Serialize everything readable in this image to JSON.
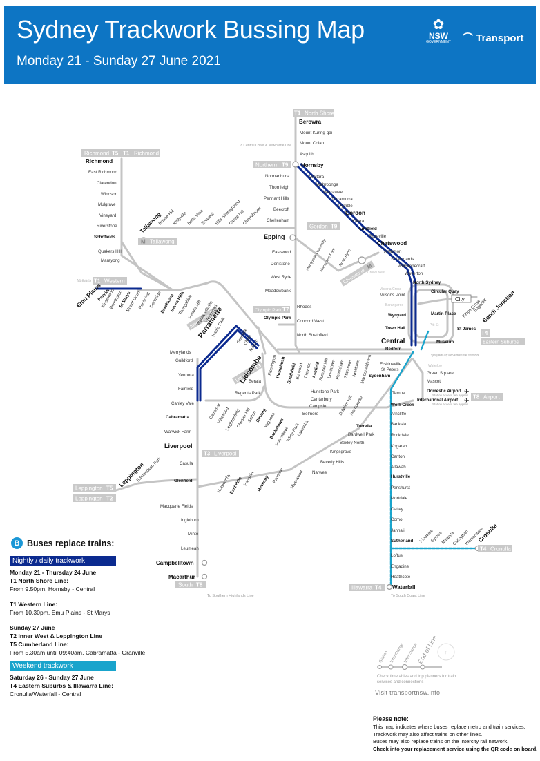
{
  "header": {
    "title": "Sydney Trackwork Bussing Map",
    "subtitle": "Monday 21 - Sunday 27 June 2021",
    "nsw_logo": "NSW",
    "nsw_logo_sub": "GOVERNMENT",
    "transport_logo": "Transport"
  },
  "colors": {
    "header_blue": "#0d75c4",
    "nightly_navy": "#0b2a8f",
    "weekend_cyan": "#19a4cc",
    "line_grey": "#c4c4c4",
    "chip_grey": "#c9c9c9"
  },
  "line_chips": {
    "north_shore": {
      "code": "T1",
      "name": "North Shore"
    },
    "richmond_left": {
      "code": "T5",
      "name": "Richmond"
    },
    "richmond_right": {
      "code": "T1",
      "name": "Richmond"
    },
    "northern": {
      "code": "T9",
      "name": "Northern"
    },
    "gordon": {
      "code": "T9",
      "name": "Gordon"
    },
    "western": {
      "code": "T1",
      "name": "Western"
    },
    "tallawong": {
      "code": "M",
      "name": "Tallawong"
    },
    "chatswood_metro": {
      "code": "M",
      "name": "Chatswood"
    },
    "olympic_park": {
      "code": "T7",
      "name": "Olympic Park"
    },
    "inner_west": {
      "code": "T2",
      "name": "Inner West"
    },
    "lidcombe": {
      "code": "T3",
      "name": "Lidcombe"
    },
    "liverpool": {
      "code": "T3",
      "name": "Liverpool"
    },
    "leppington_t5": {
      "code": "T5",
      "name": "Leppington"
    },
    "leppington_t2": {
      "code": "T2",
      "name": "Leppington"
    },
    "airport": {
      "code": "T8",
      "name": "Airport"
    },
    "eastern_suburbs": {
      "code": "T4",
      "name": "Eastern Suburbs"
    },
    "south": {
      "code": "T8",
      "name": "South"
    },
    "illawarra": {
      "code": "T4",
      "name": "Illawarra"
    },
    "cronulla": {
      "code": "T4",
      "name": "Cronulla"
    }
  },
  "notes_small": {
    "central_coast": "To Central Coast & Newcastle Line",
    "blue_mountains": "To Blue Mountains Line",
    "southern_highlands": "To Southern Highlands Line",
    "south_coast": "To South Coast Line",
    "metro_city": "Sydney Metro City and Southwest under construction",
    "domestic_sub": "Station access fee applies",
    "international_sub": "Station access fee applies",
    "city": "City"
  },
  "stations": {
    "berowra": "Berowra",
    "mount_kuring_gai": "Mount Kuring-gai",
    "mount_colah": "Mount Colah",
    "asquith": "Asquith",
    "hornsby": "Hornsby",
    "waitara": "Waitara",
    "wahroonga": "Wahroonga",
    "warrawee": "Warrawee",
    "turramurra": "Turramurra",
    "pymble": "Pymble",
    "gordon": "Gordon",
    "killara": "Killara",
    "lindfield": "Lindfield",
    "roseville": "Roseville",
    "chatswood": "Chatswood",
    "artarmon": "Artarmon",
    "st_leonards": "St Leonards",
    "wollstonecraft": "Wollstonecraft",
    "waverton": "Waverton",
    "north_sydney": "North Sydney",
    "milsons_point": "Milsons Point",
    "victoria_cross": "Victoria Cross",
    "barangaroo": "Barangaroo",
    "circular_quay": "Circular Quay",
    "wynyard": "Wynyard",
    "martin_place": "Martin Place",
    "pitt_st": "Pitt St",
    "town_hall": "Town Hall",
    "museum": "Museum",
    "st_james": "St James",
    "kings_cross": "Kings Cross",
    "edgecliff": "Edgecliff",
    "bondi_junction": "Bondi Junction",
    "central": "Central",
    "redfern": "Redfern",
    "waterloo": "Waterloo",
    "green_square": "Green Square",
    "mascot": "Mascot",
    "domestic_airport": "Domestic Airport",
    "international_airport": "International Airport",
    "crows_nest": "Crows Nest",
    "normanhurst": "Normanhurst",
    "thornleigh": "Thornleigh",
    "pennant_hills": "Pennant Hills",
    "beecroft": "Beecroft",
    "cheltenham": "Cheltenham",
    "epping": "Epping",
    "eastwood": "Eastwood",
    "denistone": "Denistone",
    "west_ryde": "West Ryde",
    "meadowbank": "Meadowbank",
    "rhodes": "Rhodes",
    "concord_west": "Concord West",
    "north_strathfield": "North Strathfield",
    "macquarie_university": "Macquarie University",
    "macquarie_park": "Macquarie Park",
    "north_ryde": "North Ryde",
    "olympic_park": "Olympic Park",
    "richmond": "Richmond",
    "east_richmond": "East Richmond",
    "clarendon": "Clarendon",
    "windsor": "Windsor",
    "mulgrave": "Mulgrave",
    "vineyard": "Vineyard",
    "riverstone": "Riverstone",
    "schofields": "Schofields",
    "quakers_hill": "Quakers Hill",
    "marayong": "Marayong",
    "tallawong": "Tallawong",
    "rouse_hill": "Rouse Hill",
    "kellyville": "Kellyville",
    "bella_vista": "Bella Vista",
    "norwest": "Norwest",
    "hills_showground": "Hills Showground",
    "castle_hill": "Castle Hill",
    "cherrybrook": "Cherrybrook",
    "emu_plains": "Emu Plains",
    "penrith": "Penrith",
    "kingswood": "Kingswood",
    "werrington": "Werrington",
    "st_marys": "St Marys",
    "mount_druitt": "Mount Druitt",
    "rooty_hill": "Rooty Hill",
    "doonside": "Doonside",
    "blacktown": "Blacktown",
    "seven_hills": "Seven Hills",
    "toongabbie": "Toongabbie",
    "pendle_hill": "Pendle Hill",
    "wentworthville": "Wentworthville",
    "westmead": "Westmead",
    "parramatta": "Parramatta",
    "harris_park": "Harris Park",
    "granville": "Granville",
    "clyde": "Clyde",
    "auburn": "Auburn",
    "lidcombe": "Lidcombe",
    "flemington": "Flemington",
    "homebush": "Homebush",
    "strathfield": "Strathfield",
    "burwood": "Burwood",
    "croydon": "Croydon",
    "ashfield": "Ashfield",
    "summer_hill": "Summer Hill",
    "lewisham": "Lewisham",
    "petersham": "Petersham",
    "stanmore": "Stanmore",
    "newtown": "Newtown",
    "macdonaldtown": "Macdonaldtown",
    "erskineville": "Erskineville",
    "st_peters": "St Peters",
    "sydenham": "Sydenham",
    "tempe": "Tempe",
    "wolli_creek": "Wolli Creek",
    "arncliffe": "Arncliffe",
    "banksia": "Banksia",
    "rockdale": "Rockdale",
    "kogarah": "Kogarah",
    "carlton": "Carlton",
    "allawah": "Allawah",
    "hurstville": "Hurstville",
    "penshurst": "Penshurst",
    "mortdale": "Mortdale",
    "oatley": "Oatley",
    "como": "Como",
    "jannali": "Jannali",
    "sutherland": "Sutherland",
    "kirrawee": "Kirrawee",
    "gymea": "Gymea",
    "miranda": "Miranda",
    "caringbah": "Caringbah",
    "woolooware": "Woolooware",
    "cronulla": "Cronulla",
    "loftus": "Loftus",
    "engadine": "Engadine",
    "heathcote": "Heathcote",
    "waterfall": "Waterfall",
    "merrylands": "Merrylands",
    "guildford": "Guildford",
    "yennora": "Yennora",
    "fairfield": "Fairfield",
    "canley_vale": "Canley Vale",
    "cabramatta": "Cabramatta",
    "warwick_farm": "Warwick Farm",
    "liverpool": "Liverpool",
    "casula": "Casula",
    "glenfield": "Glenfield",
    "macquarie_fields": "Macquarie Fields",
    "ingleburn": "Ingleburn",
    "minto": "Minto",
    "leumeah": "Leumeah",
    "campbelltown": "Campbelltown",
    "macarthur": "Macarthur",
    "leppington": "Leppington",
    "edmondson_park": "Edmondson Park",
    "carramar": "Carramar",
    "villawood": "Villawood",
    "leightonfield": "Leightonfield",
    "chester_hill": "Chester Hill",
    "sefton": "Sefton",
    "berala": "Berala",
    "regents_park": "Regents Park",
    "birrong": "Birrong",
    "yagoona": "Yagoona",
    "bankstown": "Bankstown",
    "punchbowl": "Punchbowl",
    "wiley_park": "Wiley Park",
    "lakemba": "Lakemba",
    "belmore": "Belmore",
    "campsie": "Campsie",
    "canterbury": "Canterbury",
    "hurlstone_park": "Hurlstone Park",
    "dulwich_hill": "Dulwich Hill",
    "marrickville": "Marrickville",
    "turrella": "Turrella",
    "bardwell_park": "Bardwell Park",
    "bexley_north": "Bexley North",
    "kingsgrove": "Kingsgrove",
    "beverly_hills": "Beverly Hills",
    "narwee": "Narwee",
    "riverwood": "Riverwood",
    "padstow": "Padstow",
    "revesby": "Revesby",
    "panania": "Panania",
    "east_hills": "East Hills",
    "holsworthy": "Holsworthy"
  },
  "legend": {
    "icon": "B",
    "title": "Buses replace trains:",
    "nightly_label": "Nightly / daily trackwork",
    "nightly": [
      {
        "text": "Monday 21 - Thursday 24 June",
        "bold": true
      },
      {
        "text": "T1 North Shore Line:",
        "bold": true
      },
      {
        "text": "From 9.50pm, Hornsby - Central",
        "bold": false
      },
      {
        "text": "T1 Western Line:",
        "bold": true
      },
      {
        "text": "From 10.30pm, Emu Plains - St Marys",
        "bold": false
      },
      {
        "text": "Sunday 27 June",
        "bold": true
      },
      {
        "text": "T2 Inner West & Leppington Line",
        "bold": true
      },
      {
        "text": "T5 Cumberland Line:",
        "bold": true
      },
      {
        "text": "From 5.30am until 09:40am, Cabramatta - Granville",
        "bold": false
      }
    ],
    "weekend_label": "Weekend trackwork",
    "weekend": [
      {
        "text": "Saturday 26 - Sunday 27 June",
        "bold": true
      },
      {
        "text": "T4 Eastern Suburbs & Illawarra Line:",
        "bold": true
      },
      {
        "text": "Cronulla/Waterfall - Central",
        "bold": false
      }
    ]
  },
  "key_legend": {
    "labels": [
      "Station",
      "Interchange",
      "Interchange",
      "End of Line"
    ],
    "check": "Check timetables and trip planners for train services and connections",
    "visit": "Visit transportnsw.info"
  },
  "note": {
    "title": "Please note:",
    "lines": [
      "This map indicates where buses replace metro and train services.",
      "Trackwork may also affect trains on other lines.",
      "Buses may also replace trains on the Intercity rail network."
    ],
    "last": "Check into your replacement service using the QR code on board."
  }
}
